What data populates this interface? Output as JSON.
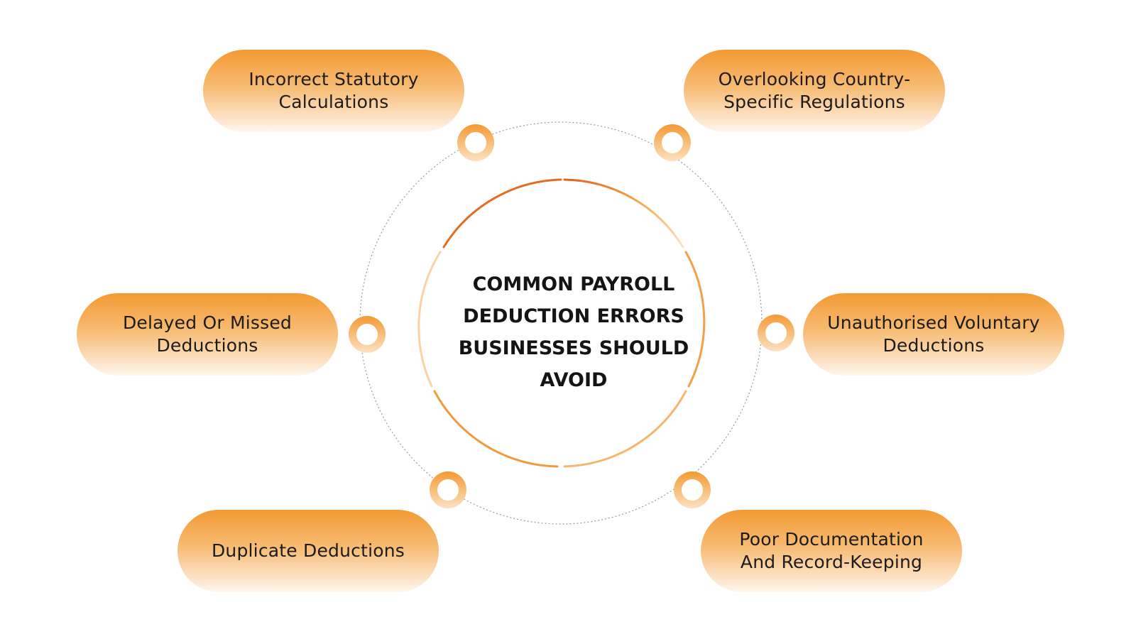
{
  "center": {
    "title": "COMMON PAYROLL DEDUCTION ERRORS BUSINESSES SHOULD AVOID"
  },
  "items": [
    {
      "label": "Incorrect Statutory Calculations"
    },
    {
      "label": "Overlooking Country-Specific Regulations"
    },
    {
      "label": "Delayed Or Missed Deductions"
    },
    {
      "label": "Unauthorised Voluntary Deductions"
    },
    {
      "label": "Duplicate Deductions"
    },
    {
      "label": "Poor Documentation And Record-Keeping"
    }
  ],
  "colors": {
    "accent": "#f39a33",
    "accent_dark": "#e06a18",
    "light": "#fde8d2",
    "text": "#1c1c1c"
  }
}
